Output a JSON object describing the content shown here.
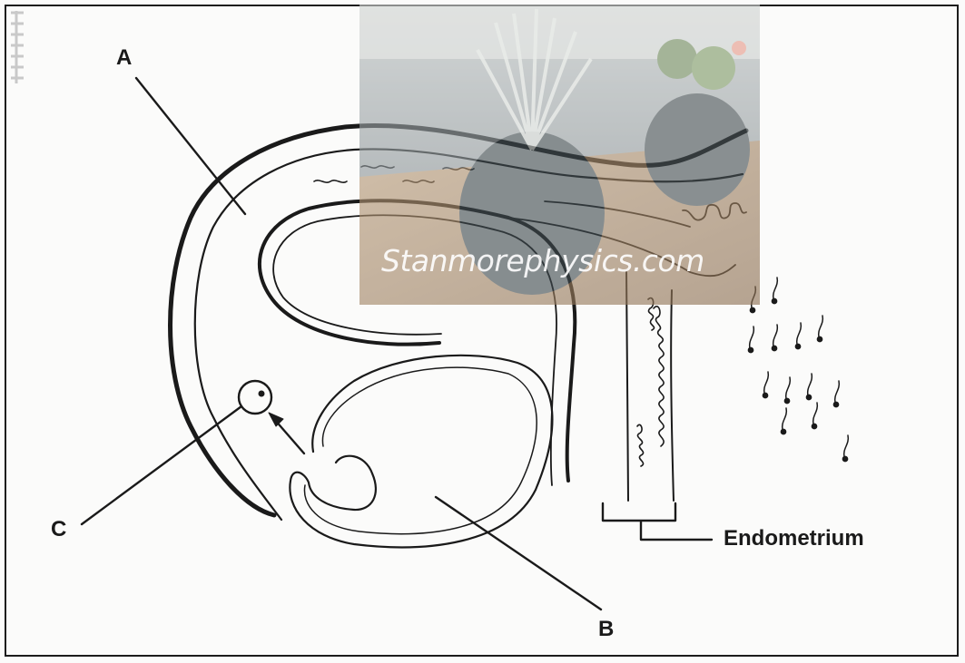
{
  "labels": {
    "a": "A",
    "b": "B",
    "c": "C",
    "endometrium": "Endometrium"
  },
  "watermark": {
    "text": "Stanmorephysics.com"
  },
  "colors": {
    "ink": "#1a1a1a",
    "paper": "#fbfbfa",
    "watermark_wall": "#9aa2a4",
    "watermark_table": "#a98a6a"
  }
}
